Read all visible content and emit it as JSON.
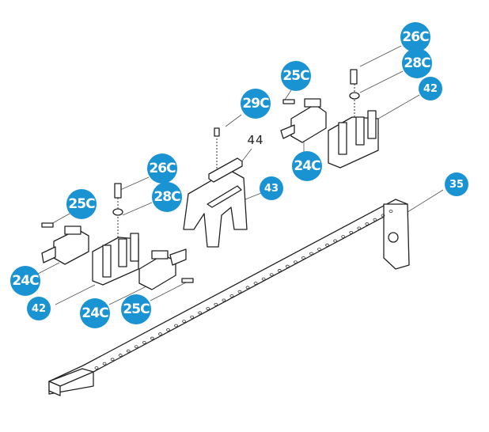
{
  "callout_color": "#1a93d3",
  "callouts": {
    "c26c_right": "26C",
    "c28c_right": "28C",
    "c42_right": "42",
    "c25c_top": "25C",
    "c29c": "29C",
    "c44": "44",
    "c24c_top": "24C",
    "c26c_left": "26C",
    "c43": "43",
    "c28c_left": "28C",
    "c25c_left": "25C",
    "c35": "35",
    "c24c_left": "24C",
    "c42_left": "42",
    "c24c_bottom": "24C",
    "c25c_bottom": "25C"
  }
}
